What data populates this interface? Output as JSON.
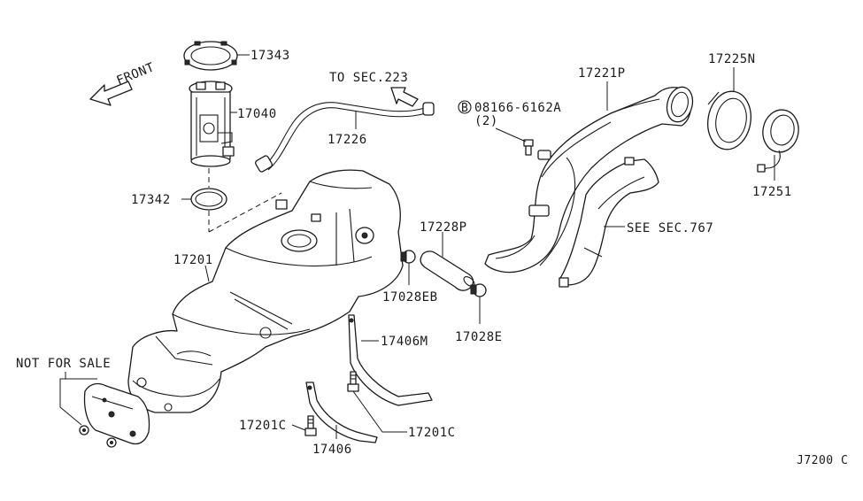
{
  "labels": {
    "front": "FRONT",
    "to_sec": "TO SEC.223",
    "p17343": "17343",
    "p17040": "17040",
    "p17342": "17342",
    "p17226": "17226",
    "p17201": "17201",
    "p17228p": "17228P",
    "p17028eb": "17028EB",
    "p17028e": "17028E",
    "p17406m": "17406M",
    "p17406": "17406",
    "p17201c_left": "17201C",
    "p17201c_right": "17201C",
    "bolt_code": "08166-6162A",
    "bolt_qty": "(2)",
    "bolt_marker": "B",
    "p17221p": "17221P",
    "p17225n": "17225N",
    "p17251": "17251",
    "see_sec": "SEE SEC.767",
    "not_for_sale": "NOT FOR SALE",
    "diagram_code": "J7200 C"
  }
}
